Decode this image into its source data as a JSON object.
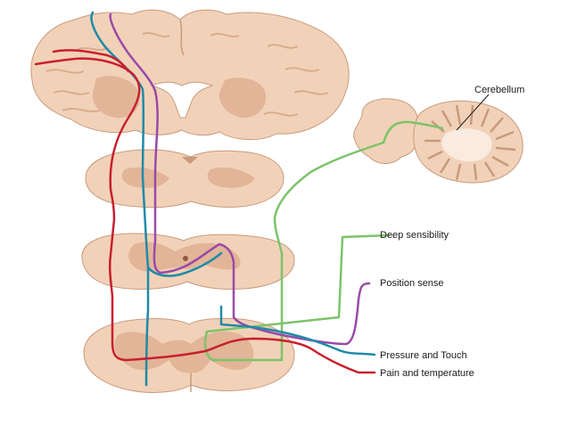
{
  "labels": {
    "cerebellum": "Cerebellum",
    "deep_sensibility": "Deep sensibility",
    "position_sense": "Position sense",
    "pressure_touch": "Pressure and Touch",
    "pain_temperature": "Pain and temperature"
  },
  "colors": {
    "tissue": "#f1d2b8",
    "tissue_dark": "#dcae90",
    "tissue_edge": "#c99a7c",
    "gray_matter": "#e2b598",
    "white_cavity": "#ffffff",
    "deep_sensibility": "#7dc36a",
    "position_sense": "#9a4aa8",
    "pressure_touch": "#1f8aa8",
    "pain_temperature": "#c8202e"
  }
}
